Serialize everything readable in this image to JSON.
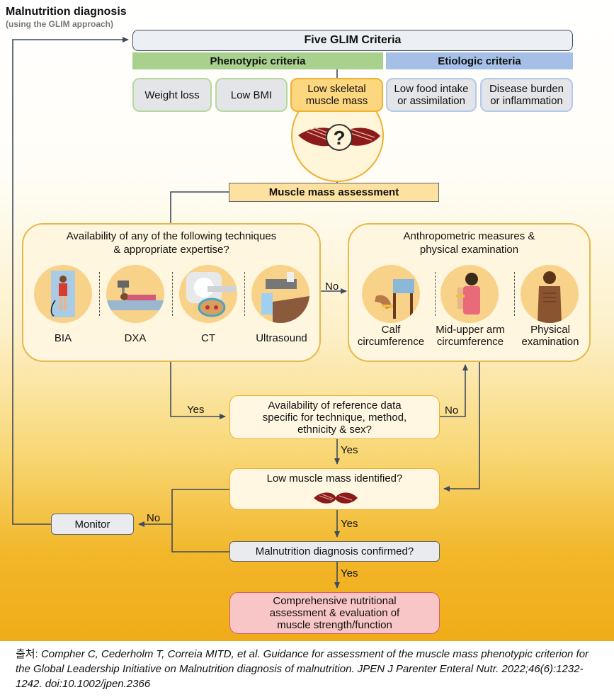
{
  "header": {
    "title": "Malnutrition diagnosis",
    "subtitle": "(using the GLIM approach)"
  },
  "top_box": "Five GLIM Criteria",
  "bands": {
    "phenotypic": "Phenotypic criteria",
    "etiologic": "Etiologic criteria"
  },
  "criteria": {
    "weight_loss": "Weight loss",
    "low_bmi": "Low BMI",
    "low_muscle_line1": "Low skeletal",
    "low_muscle_line2": "muscle mass",
    "low_food_line1": "Low food intake",
    "low_food_line2": "or assimilation",
    "disease_line1": "Disease burden",
    "disease_line2": "or inflammation"
  },
  "muscle_assessment": "Muscle mass assessment",
  "techniques_box": {
    "line1": "Availability of any of the following techniques",
    "line2": "& appropriate expertise?",
    "items": [
      "BIA",
      "DXA",
      "CT",
      "Ultrasound"
    ]
  },
  "anthro_box": {
    "line1": "Anthropometric measures &",
    "line2": "physical examination",
    "items": [
      {
        "l1": "Calf",
        "l2": "circumference"
      },
      {
        "l1": "Mid-upper arm",
        "l2": "circumference"
      },
      {
        "l1": "Physical",
        "l2": "examination"
      }
    ]
  },
  "reference_box": {
    "line1": "Availability of reference data",
    "line2": "specific for technique, method,",
    "line3": "ethnicity & sex?"
  },
  "low_mass_box": "Low muscle mass identified?",
  "monitor_box": "Monitor",
  "confirmed_box": "Malnutrition diagnosis confirmed?",
  "final_box": {
    "line1": "Comprehensive nutritional",
    "line2": "assessment & evaluation of",
    "line3": "muscle strength/function"
  },
  "flow_labels": {
    "no": "No",
    "yes": "Yes"
  },
  "citation": {
    "source_label": "출처:",
    "text": "Compher C, Cederholm T, Correia MITD, et al. Guidance for assessment of the muscle mass phenotypic criterion for the Global Leadership Initiative on Malnutrition diagnosis of malnutrition. JPEN J Parenter Enteral Nutr. 2022;46(6):1232-1242. doi:10.1002/jpen.2366"
  },
  "colors": {
    "phenotypic_band": "#a9d18e",
    "etiologic_band": "#a5bfe6",
    "highlight_orange": "#f0b030",
    "final_pink": "#f8c6c6",
    "arrow": "#3e4a5e"
  }
}
